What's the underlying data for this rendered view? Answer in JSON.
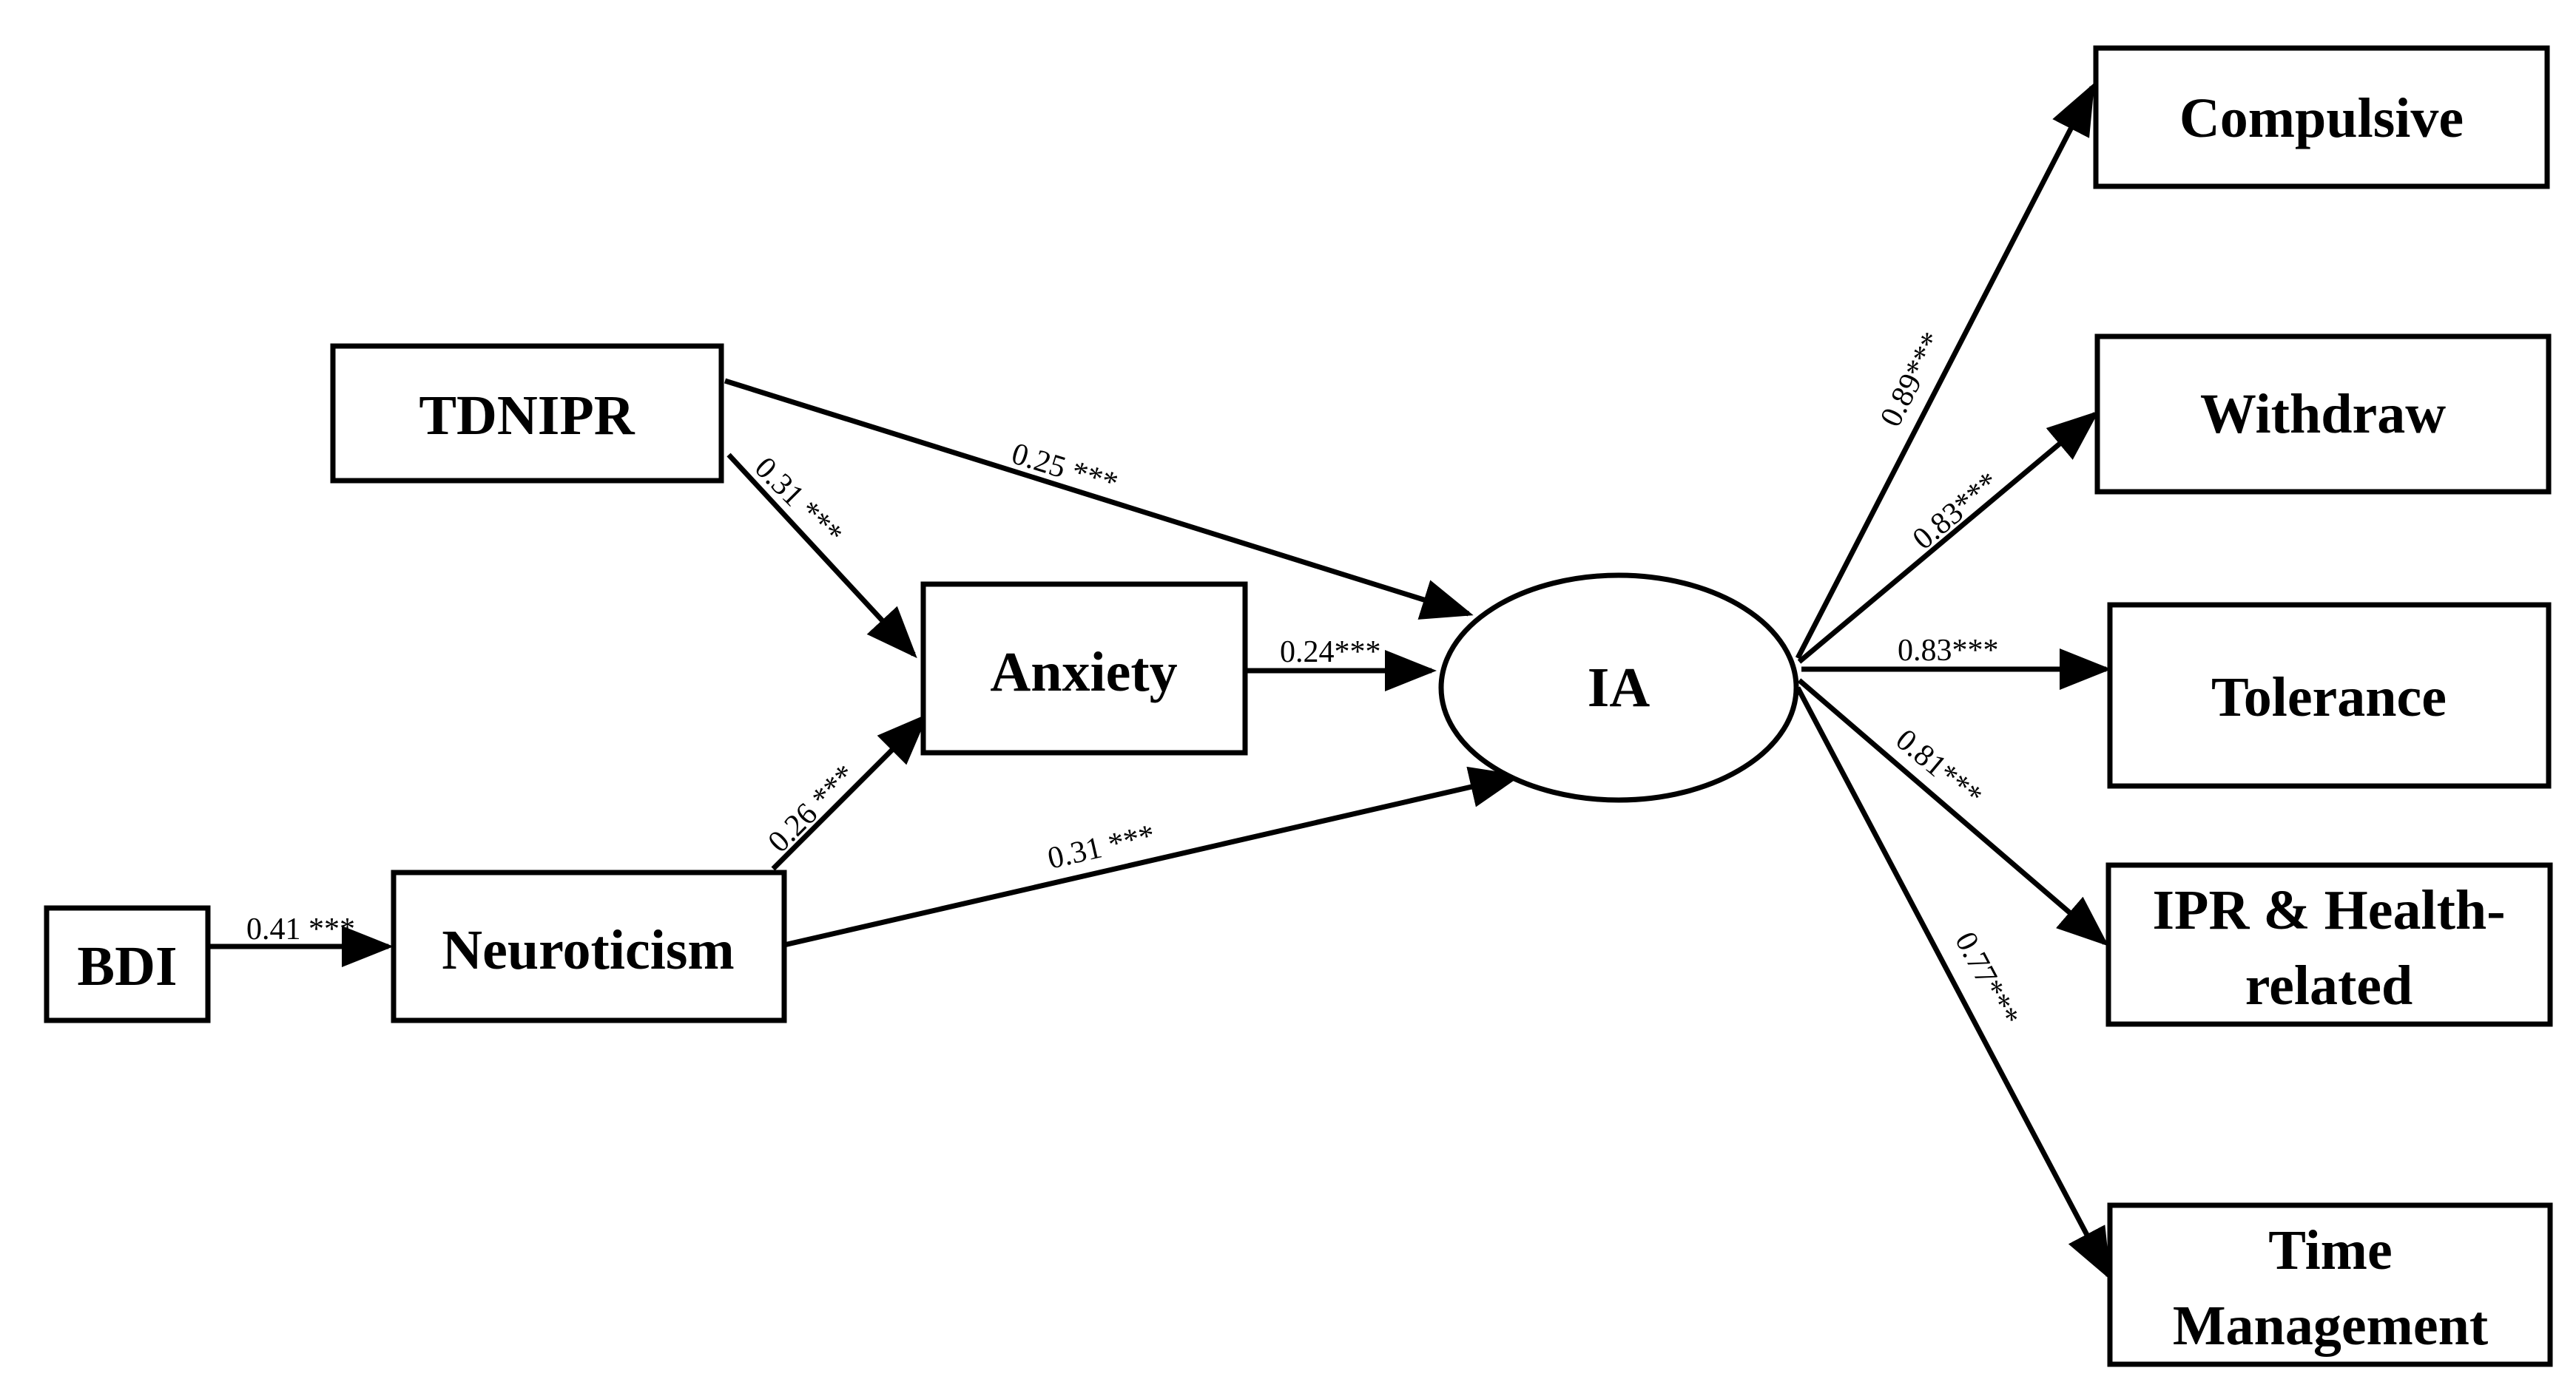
{
  "nodes": {
    "tdnipr": "TDNIPR",
    "anxiety": "Anxiety",
    "bdi": "BDI",
    "neuroticism": "Neuroticism",
    "ia": "IA",
    "compulsive": "Compulsive",
    "withdraw": "Withdraw",
    "tolerance": "Tolerance",
    "ipr_line1": "IPR & Health-",
    "ipr_line2": "related",
    "time_line1": "Time",
    "time_line2": "Management"
  },
  "paths": {
    "tdnipr_ia": "0.25 ***",
    "tdnipr_anxiety": "0.31 ***",
    "anxiety_ia": "0.24***",
    "neuroticism_anxiety": "0.26 ***",
    "neuroticism_ia": "0.31 ***",
    "bdi_neuroticism": "0.41 ***"
  },
  "loadings": {
    "compulsive": "0.89***",
    "withdraw": "0.83***",
    "tolerance": "0.83***",
    "ipr_health": "0.81***",
    "time_management": "0.77***"
  }
}
